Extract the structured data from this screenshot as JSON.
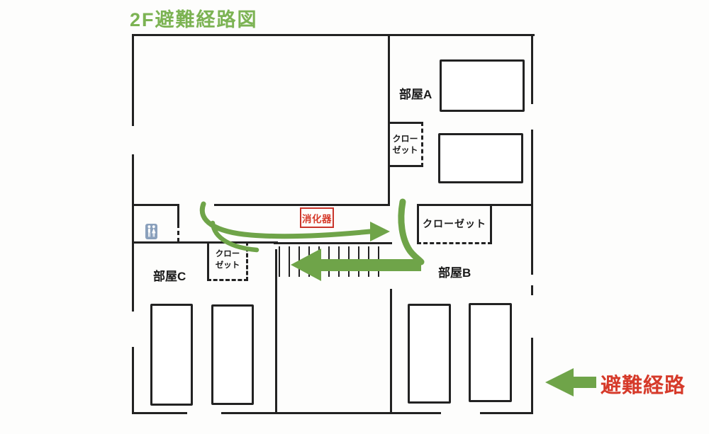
{
  "title": "2F避難経路図",
  "rooms": {
    "room_a": "部屋A",
    "room_b": "部屋B",
    "room_c": "部屋C"
  },
  "closets": {
    "closet_a": {
      "label": "クローゼット",
      "line1": "クロー",
      "line2": "ゼット"
    },
    "closet_b": {
      "label": "クローゼット"
    },
    "closet_c": {
      "label": "クローゼット",
      "line1": "クロー",
      "line2": "ゼット"
    }
  },
  "annotations": {
    "fire_extinguisher": "消化器"
  },
  "legend": {
    "evacuation_route": "避難経路"
  },
  "icons": {
    "restroom": "restroom-icon",
    "legend_arrow": "left-arrow-icon"
  },
  "colors": {
    "title_green": "#7cb353",
    "route_green": "#6fa449",
    "alert_red": "#d63a2a",
    "wall_black": "#222222",
    "restroom_blue": "#8aa0bc"
  }
}
